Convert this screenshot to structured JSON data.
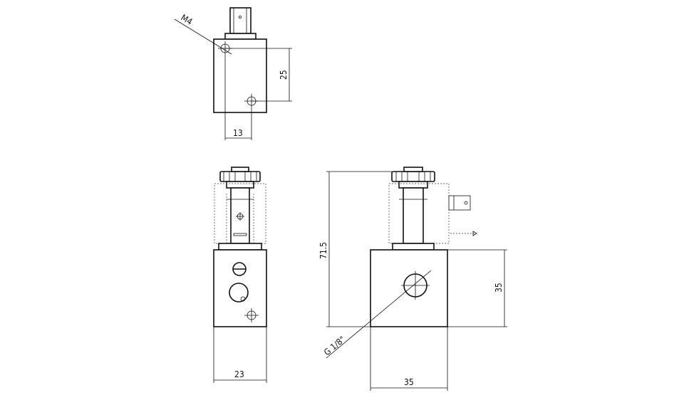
{
  "dimensions": {
    "top_thread": "M4",
    "top_height": "25",
    "top_width": "13",
    "side_width": "23",
    "front_total_height": "71.5",
    "front_block_height": "35",
    "front_width": "35",
    "port_thread": "G 1/8\""
  }
}
